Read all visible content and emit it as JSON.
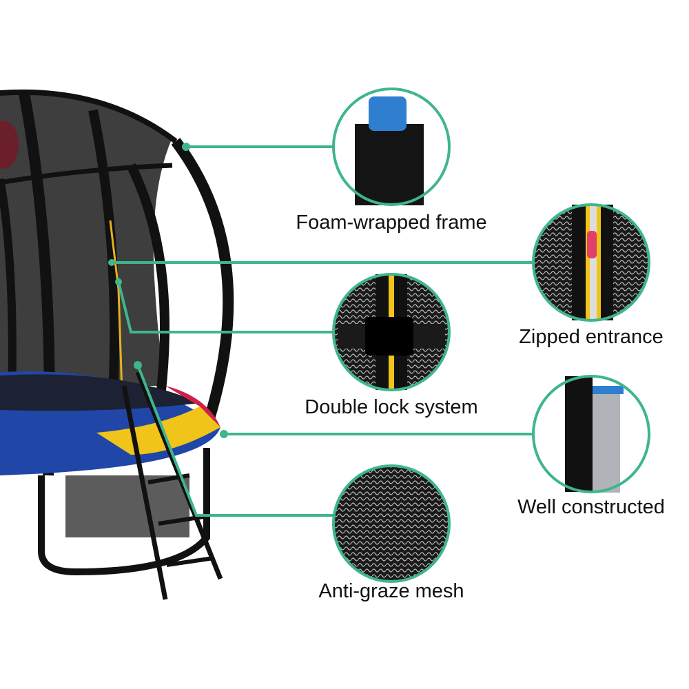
{
  "accent_color": "#3fb58f",
  "features": [
    {
      "label": "Foam-wrapped frame",
      "icon": "foam-padding-closeup"
    },
    {
      "label": "Zipped entrance",
      "icon": "zipper-closeup"
    },
    {
      "label": "Double lock system",
      "icon": "buckle-closeup"
    },
    {
      "label": "Well constructed",
      "icon": "pole-joint-closeup"
    },
    {
      "label": "Anti-graze mesh",
      "icon": "mesh-closeup"
    }
  ]
}
